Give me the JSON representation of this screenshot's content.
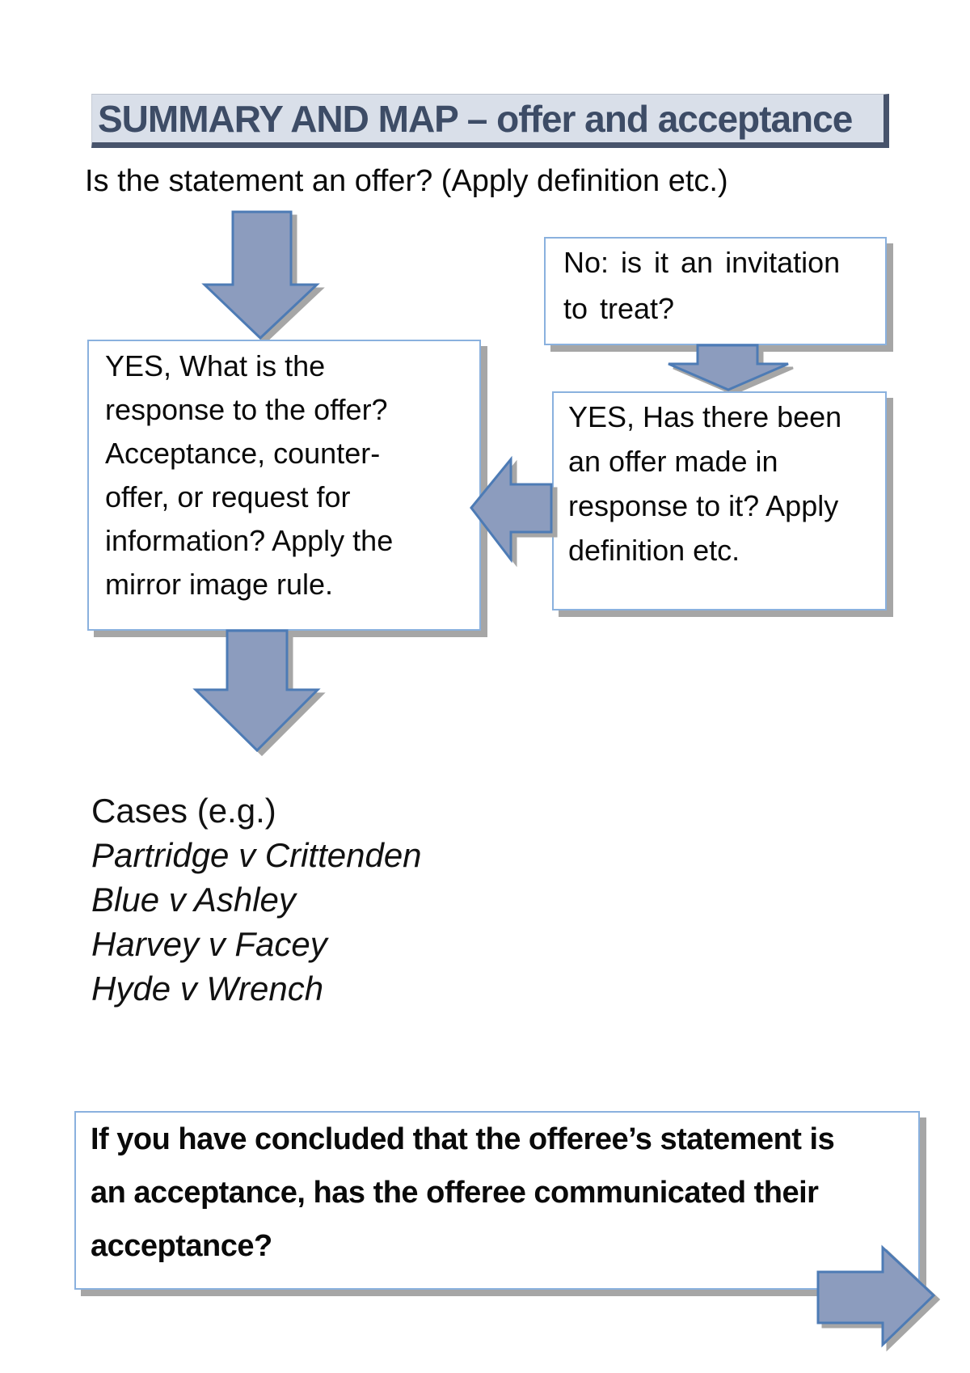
{
  "title_banner": {
    "text": "SUMMARY AND MAP – offer and acceptance",
    "fill": "#d9dfe9",
    "text_color": "#3d4c66",
    "frame_color": "#47536b"
  },
  "intro_question": {
    "text": "Is the statement an offer? (Apply definition etc.)"
  },
  "boxes": {
    "invitation": {
      "lines": [
        "No: is it an invitation",
        "to treat?"
      ]
    },
    "response": {
      "lines": [
        "YES, What is the",
        "response to the offer?",
        "Acceptance, counter-",
        "offer, or request for",
        "information? Apply the",
        "mirror image rule."
      ]
    },
    "offer_in_response": {
      "lines": [
        "YES, Has there been",
        "an offer made in",
        "response to it? Apply",
        "definition etc."
      ]
    },
    "communication": {
      "lines": [
        "If you have concluded that the offeree’s statement is",
        "an acceptance, has the offeree communicated their",
        "acceptance?"
      ]
    }
  },
  "cases": {
    "heading": "Cases (e.g.)",
    "items": [
      "Partridge v Crittenden",
      "Blue v Ashley",
      "Harvey v Facey",
      "Hyde v Wrench"
    ]
  },
  "arrows": {
    "fill": "#8c9cbe",
    "stroke": "#4d7bb5",
    "shadow": "#a6a6a6"
  },
  "colors": {
    "box_border": "#8ab1de",
    "box_shadow": "#a6a6a6",
    "text": "#0a0a0a",
    "background": "#ffffff"
  }
}
